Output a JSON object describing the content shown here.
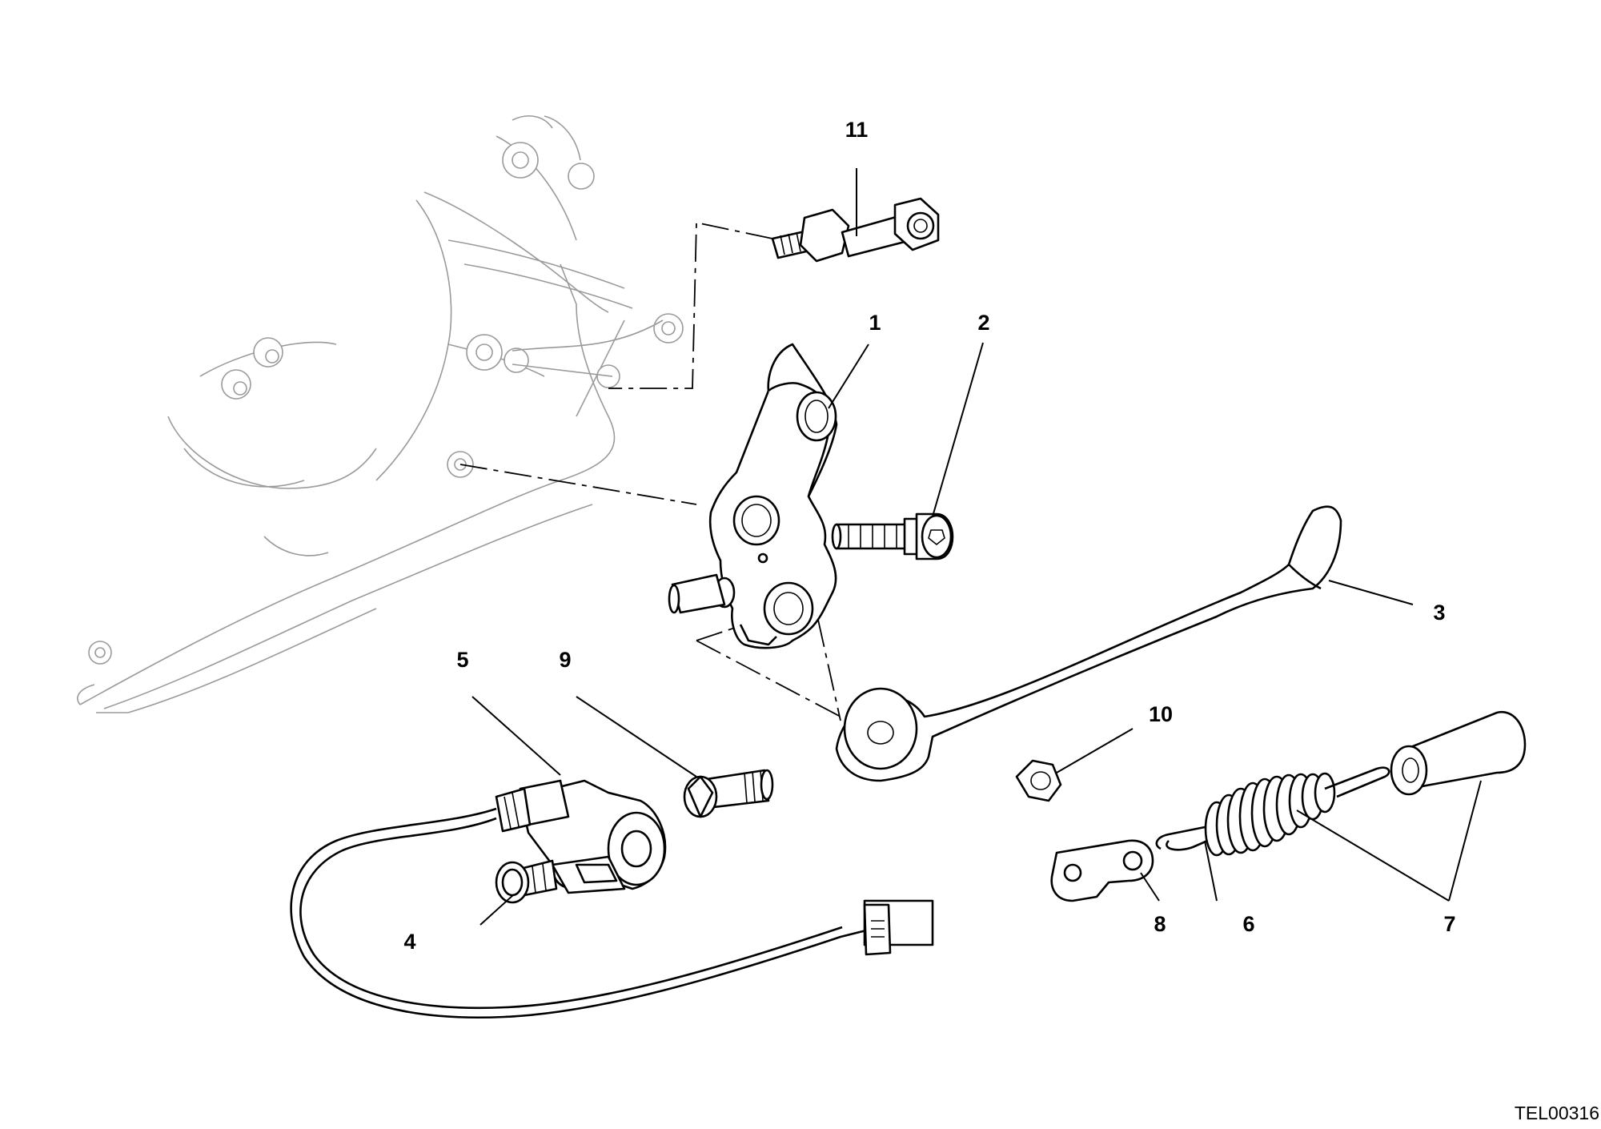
{
  "diagram": {
    "reference_code": "TEL00316",
    "callouts": [
      "1",
      "2",
      "3",
      "4",
      "5",
      "6",
      "7",
      "8",
      "9",
      "10",
      "11"
    ]
  }
}
